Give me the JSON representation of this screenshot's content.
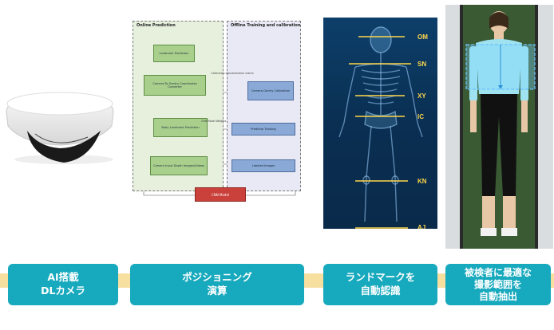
{
  "labels": [
    {
      "line1": "AI搭載",
      "line2": "DLカメラ",
      "line3": ""
    },
    {
      "line1": "ポジショニング",
      "line2": "演算",
      "line3": ""
    },
    {
      "line1": "ランドマークを",
      "line2": "自動認識",
      "line3": ""
    },
    {
      "line1": "被検者に最適な",
      "line2": "撮影範囲を",
      "line3": "自動抽出"
    }
  ],
  "diagram": {
    "online_title": "Online Prediction",
    "offline_title": "Offline Training and calibration",
    "landmark_prediction": "Landmark Prediction",
    "coord_converter": "Camera-To-Gantry Coordinates Converter",
    "body_landmark": "Body Landmark Prediction",
    "camera_input": "Camera Input Depth Images/Videos",
    "calibration": "Camera-Gantry Calibration",
    "predictor_training": "Predictor Training",
    "labeled_images": "Labeled Images",
    "calibration_edge": "Calibration transformation matrix",
    "model_weights_edge": "CNN Model Weights",
    "cnn_model": "CNN Model"
  },
  "landmarks": [
    "OM",
    "SN",
    "XY",
    "IC",
    "KN",
    "AJ"
  ],
  "colors": {
    "accent": "#17a9bd",
    "band": "#f7dfa0",
    "landmark": "#ffd84a"
  }
}
